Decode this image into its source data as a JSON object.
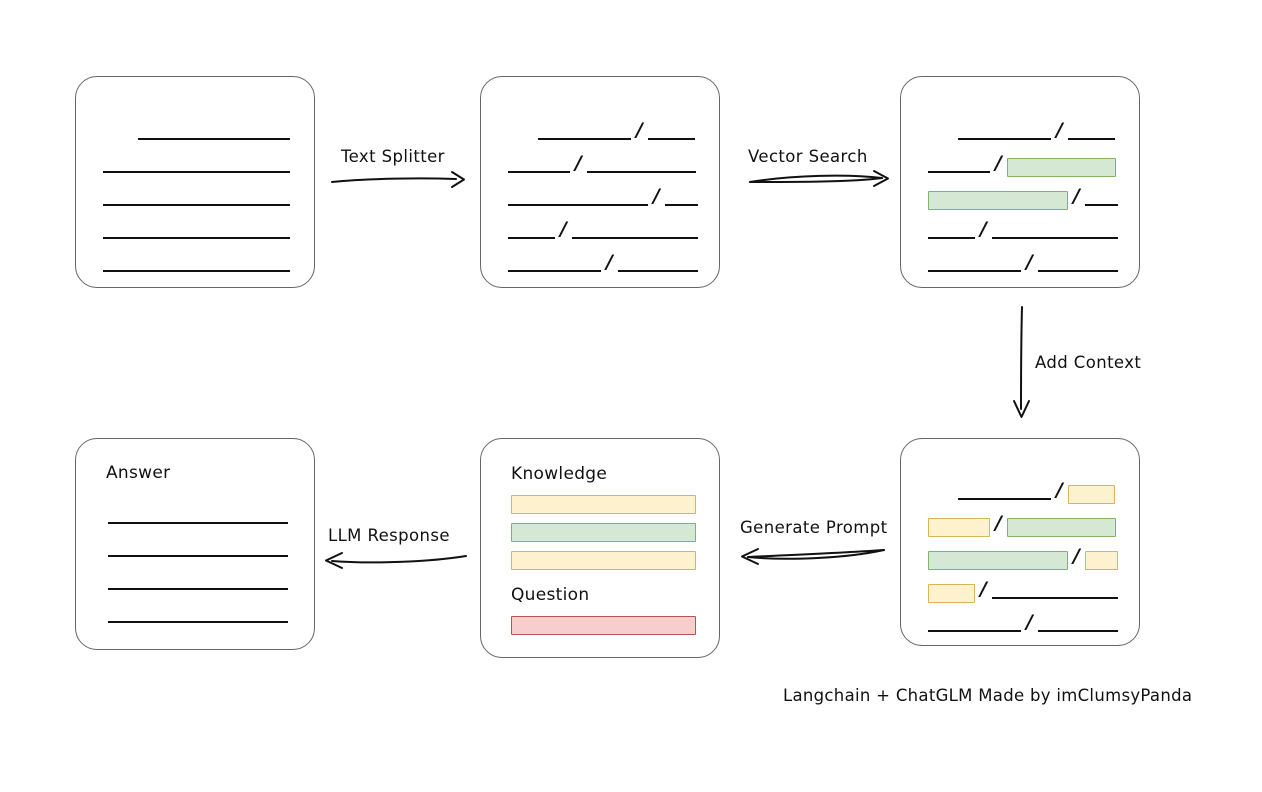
{
  "diagram": {
    "caption": "Langchain + ChatGLM Made by imClumsyPanda",
    "colors": {
      "green_fill": "#d5e8d4",
      "green_stroke": "#82b366",
      "yellow_fill": "#fdf2cd",
      "yellow_stroke": "#d6b656",
      "red_fill": "#f8cecc",
      "red_stroke": "#b85450",
      "card_stroke": "#666666",
      "line_stroke": "#111111"
    },
    "edges": {
      "text_splitter": "Text Splitter",
      "vector_search": "Vector Search",
      "add_context": "Add Context",
      "generate_prompt": "Generate Prompt",
      "llm_response": "LLM Response"
    },
    "nodes": {
      "source_document": {
        "title": "",
        "rows": [
          [
            {
              "type": "space",
              "w": 35
            },
            {
              "type": "line",
              "w": 152
            }
          ],
          [
            {
              "type": "line",
              "w": 187
            }
          ],
          [
            {
              "type": "line",
              "w": 187
            }
          ],
          [
            {
              "type": "line",
              "w": 187
            }
          ],
          [
            {
              "type": "line",
              "w": 187
            }
          ]
        ]
      },
      "split_chunks": {
        "title": "",
        "rows": [
          [
            {
              "type": "space",
              "w": 30
            },
            {
              "type": "line",
              "w": 93
            },
            {
              "type": "slash"
            },
            {
              "type": "line",
              "w": 47
            }
          ],
          [
            {
              "type": "line",
              "w": 62
            },
            {
              "type": "slash"
            },
            {
              "type": "line",
              "w": 109
            }
          ],
          [
            {
              "type": "line",
              "w": 140
            },
            {
              "type": "slash"
            },
            {
              "type": "line",
              "w": 33
            }
          ],
          [
            {
              "type": "line",
              "w": 47
            },
            {
              "type": "slash"
            },
            {
              "type": "line",
              "w": 126
            }
          ],
          [
            {
              "type": "line",
              "w": 93
            },
            {
              "type": "slash"
            },
            {
              "type": "line",
              "w": 80
            }
          ]
        ]
      },
      "matched_chunks": {
        "title": "",
        "rows": [
          [
            {
              "type": "space",
              "w": 30
            },
            {
              "type": "line",
              "w": 93
            },
            {
              "type": "slash"
            },
            {
              "type": "line",
              "w": 47
            }
          ],
          [
            {
              "type": "line",
              "w": 62
            },
            {
              "type": "slash"
            },
            {
              "type": "chip",
              "color": "green",
              "w": 109
            }
          ],
          [
            {
              "type": "chip",
              "color": "green",
              "w": 140
            },
            {
              "type": "slash"
            },
            {
              "type": "line",
              "w": 33
            }
          ],
          [
            {
              "type": "line",
              "w": 47
            },
            {
              "type": "slash"
            },
            {
              "type": "line",
              "w": 126
            }
          ],
          [
            {
              "type": "line",
              "w": 93
            },
            {
              "type": "slash"
            },
            {
              "type": "line",
              "w": 80
            }
          ]
        ]
      },
      "context_chunks": {
        "title": "",
        "rows": [
          [
            {
              "type": "space",
              "w": 30
            },
            {
              "type": "line",
              "w": 93
            },
            {
              "type": "slash"
            },
            {
              "type": "chip",
              "color": "yellow",
              "w": 47
            }
          ],
          [
            {
              "type": "chip",
              "color": "yellow",
              "w": 62
            },
            {
              "type": "slash"
            },
            {
              "type": "chip",
              "color": "green",
              "w": 109
            }
          ],
          [
            {
              "type": "chip",
              "color": "green",
              "w": 140
            },
            {
              "type": "slash"
            },
            {
              "type": "chip",
              "color": "yellow",
              "w": 33
            }
          ],
          [
            {
              "type": "chip",
              "color": "yellow",
              "w": 47
            },
            {
              "type": "slash"
            },
            {
              "type": "line",
              "w": 126
            }
          ],
          [
            {
              "type": "line",
              "w": 93
            },
            {
              "type": "slash"
            },
            {
              "type": "line",
              "w": 80
            }
          ]
        ]
      },
      "prompt": {
        "knowledge_label": "Knowledge",
        "question_label": "Question",
        "knowledge_bars": [
          {
            "color": "yellow",
            "w": 185
          },
          {
            "color": "green",
            "w": 185
          },
          {
            "color": "yellow",
            "w": 185
          }
        ],
        "question_bars": [
          {
            "color": "red",
            "w": 185
          }
        ]
      },
      "answer": {
        "title": "Answer",
        "rows": [
          [
            {
              "type": "line",
              "w": 180
            }
          ],
          [
            {
              "type": "line",
              "w": 180
            }
          ],
          [
            {
              "type": "line",
              "w": 180
            }
          ],
          [
            {
              "type": "line",
              "w": 180
            }
          ]
        ]
      }
    }
  }
}
